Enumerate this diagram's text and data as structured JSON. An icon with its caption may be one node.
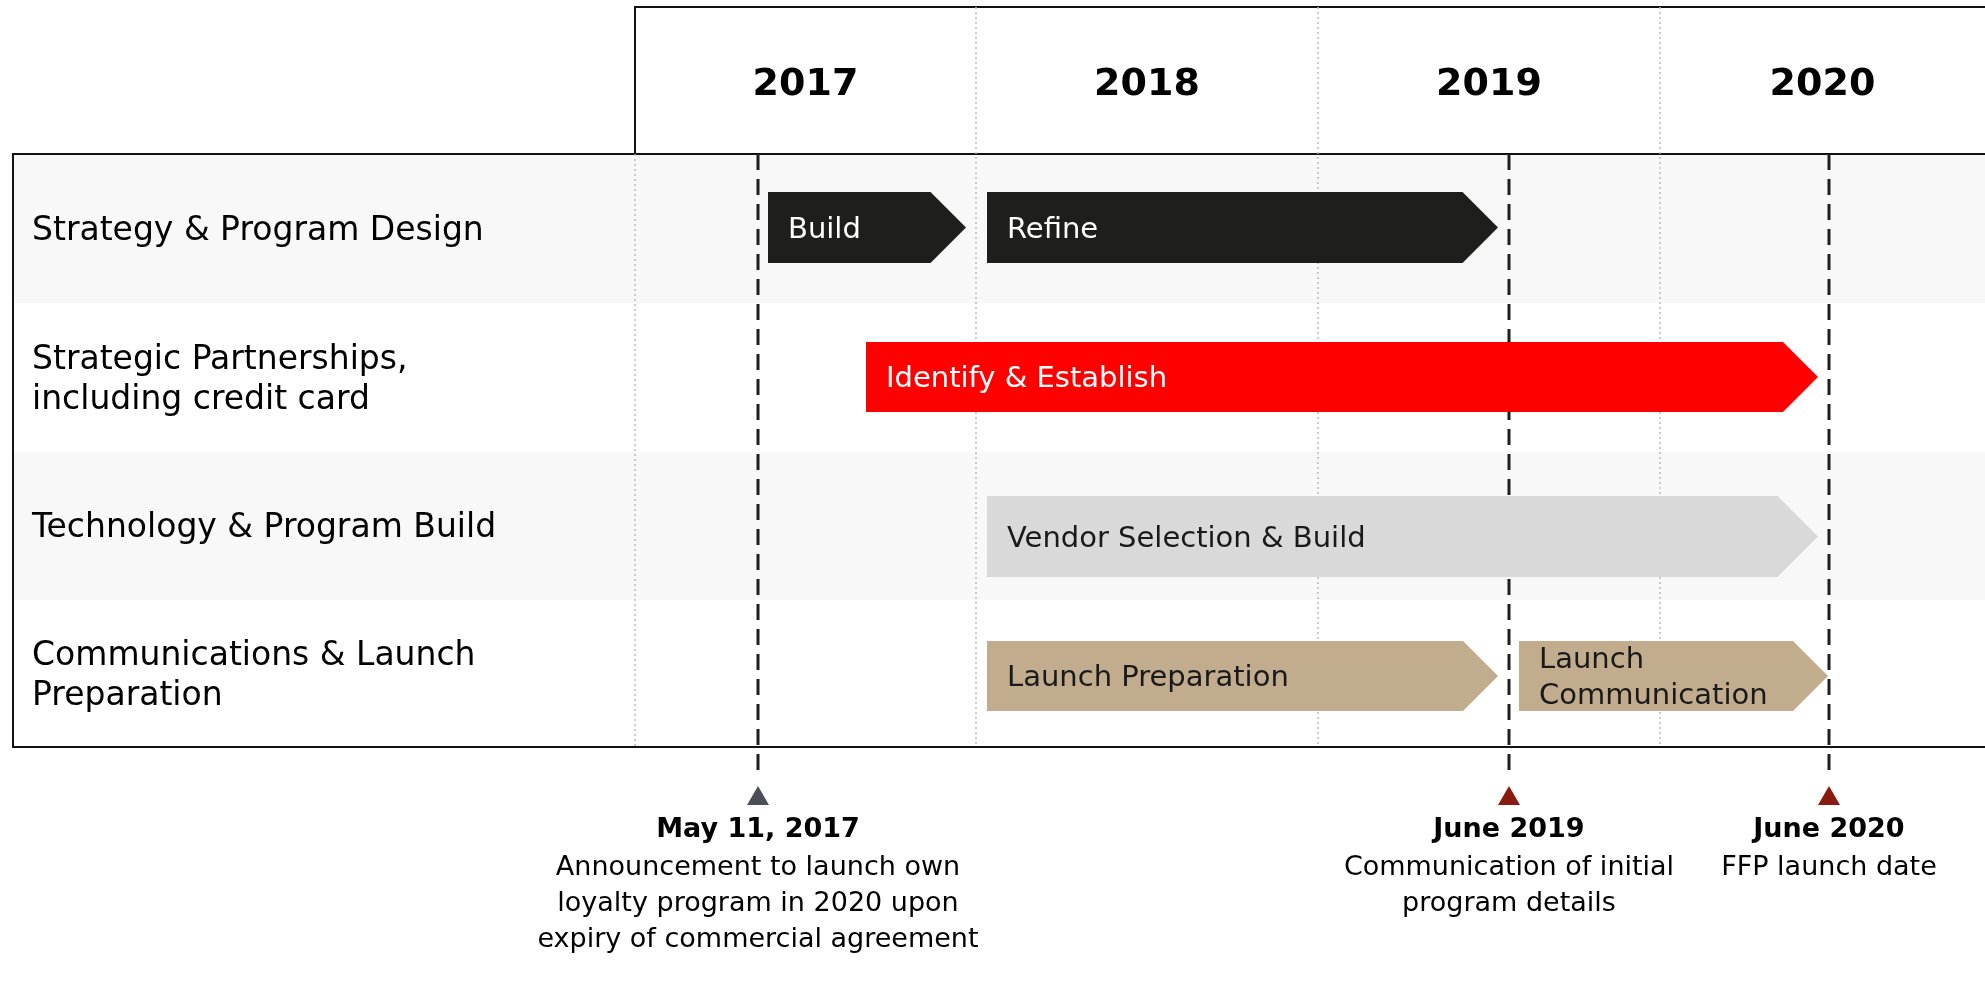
{
  "diagram": {
    "nodes": [
      {
        "text": [
          "Build"
        ]
      },
      {
        "text": [
          "Refine"
        ]
      },
      {
        "text": [
          "Identify & Establish"
        ]
      },
      {
        "text": [
          "Vendor Selection & Build"
        ]
      },
      {
        "text": [
          "Launch Preparation"
        ]
      },
      {
        "text": [
          "Launch Communication"
        ]
      }
    ],
    "edges": [],
    "labels": [
      "2017",
      "2018",
      "2019",
      "2020",
      "Strategy & Program Design",
      "Strategic Partnerships, including credit card",
      "Technology & Program Build",
      "Communications & Launch Preparation",
      "May 11, 2017",
      "Announcement to launch own loyalty program in 2020 upon expiry of commercial agreement",
      "June 2019",
      "Communication of initial program details",
      "June 2020",
      "FFP launch date"
    ]
  }
}
